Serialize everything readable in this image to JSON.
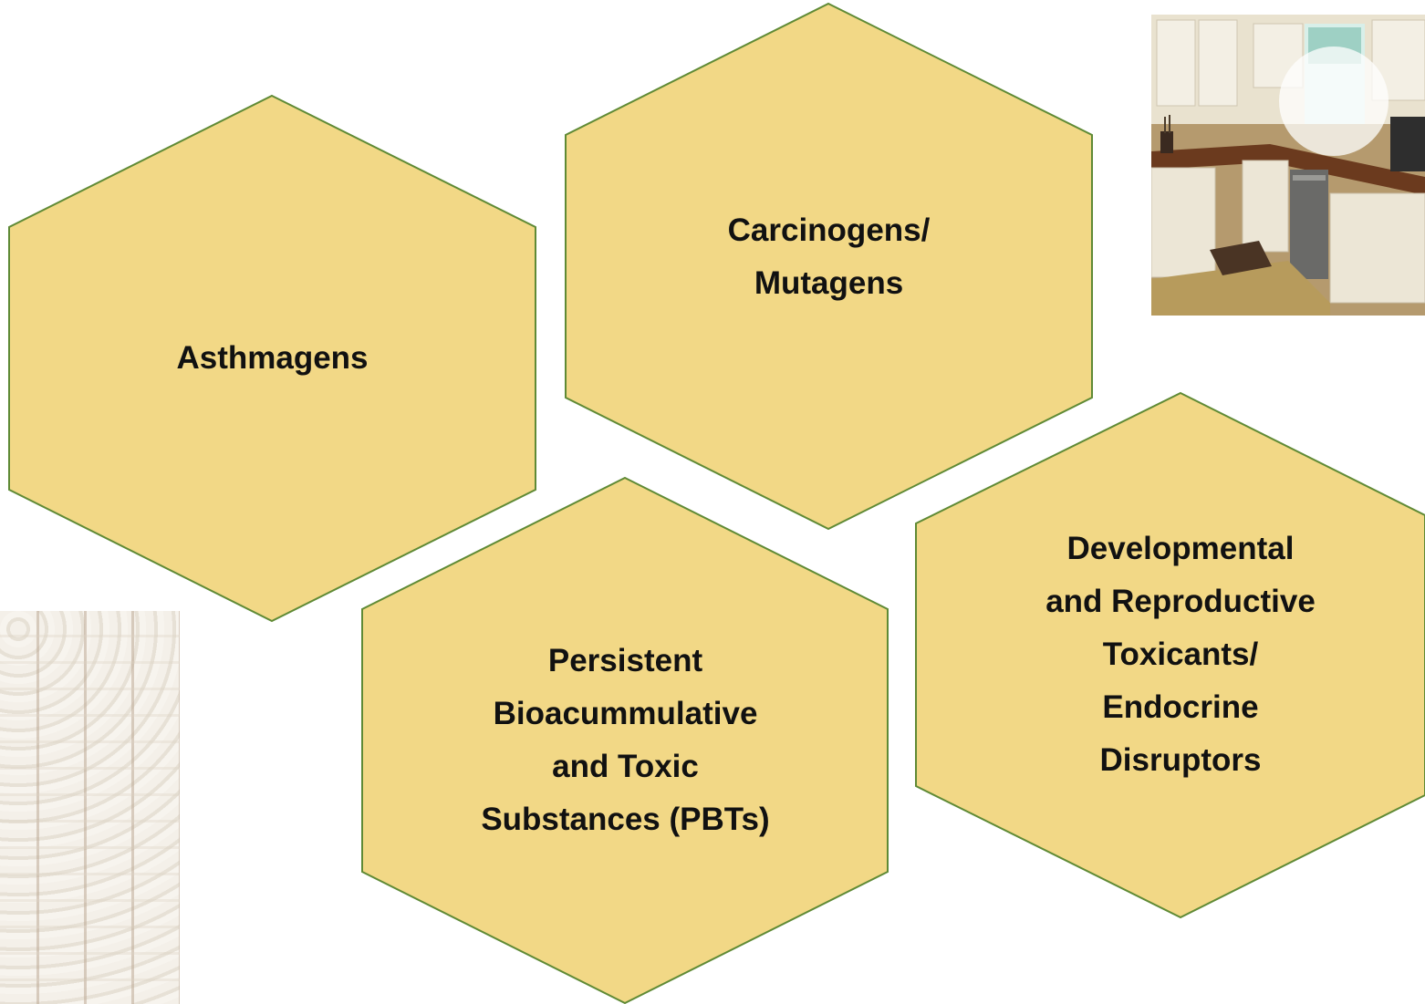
{
  "hexagons": [
    {
      "id": "asthmagens",
      "label": "Asthmagens"
    },
    {
      "id": "carcinogens",
      "label": "Carcinogens/\nMutagens"
    },
    {
      "id": "pbts",
      "label": "Persistent\nBioacummulative\nand Toxic\nSubstances (PBTs)"
    },
    {
      "id": "developmental",
      "label": "Developmental\nand Reproductive\nToxicants/\nEndocrine\nDisruptors"
    }
  ],
  "colors": {
    "hex_fill": "#f2d886",
    "hex_stroke": "#5f8a35"
  },
  "images": [
    {
      "name": "kitchen-photo",
      "subject": "kitchen with white cabinets"
    },
    {
      "name": "foam-insulation-photo",
      "subject": "spray foam insulation texture"
    }
  ]
}
